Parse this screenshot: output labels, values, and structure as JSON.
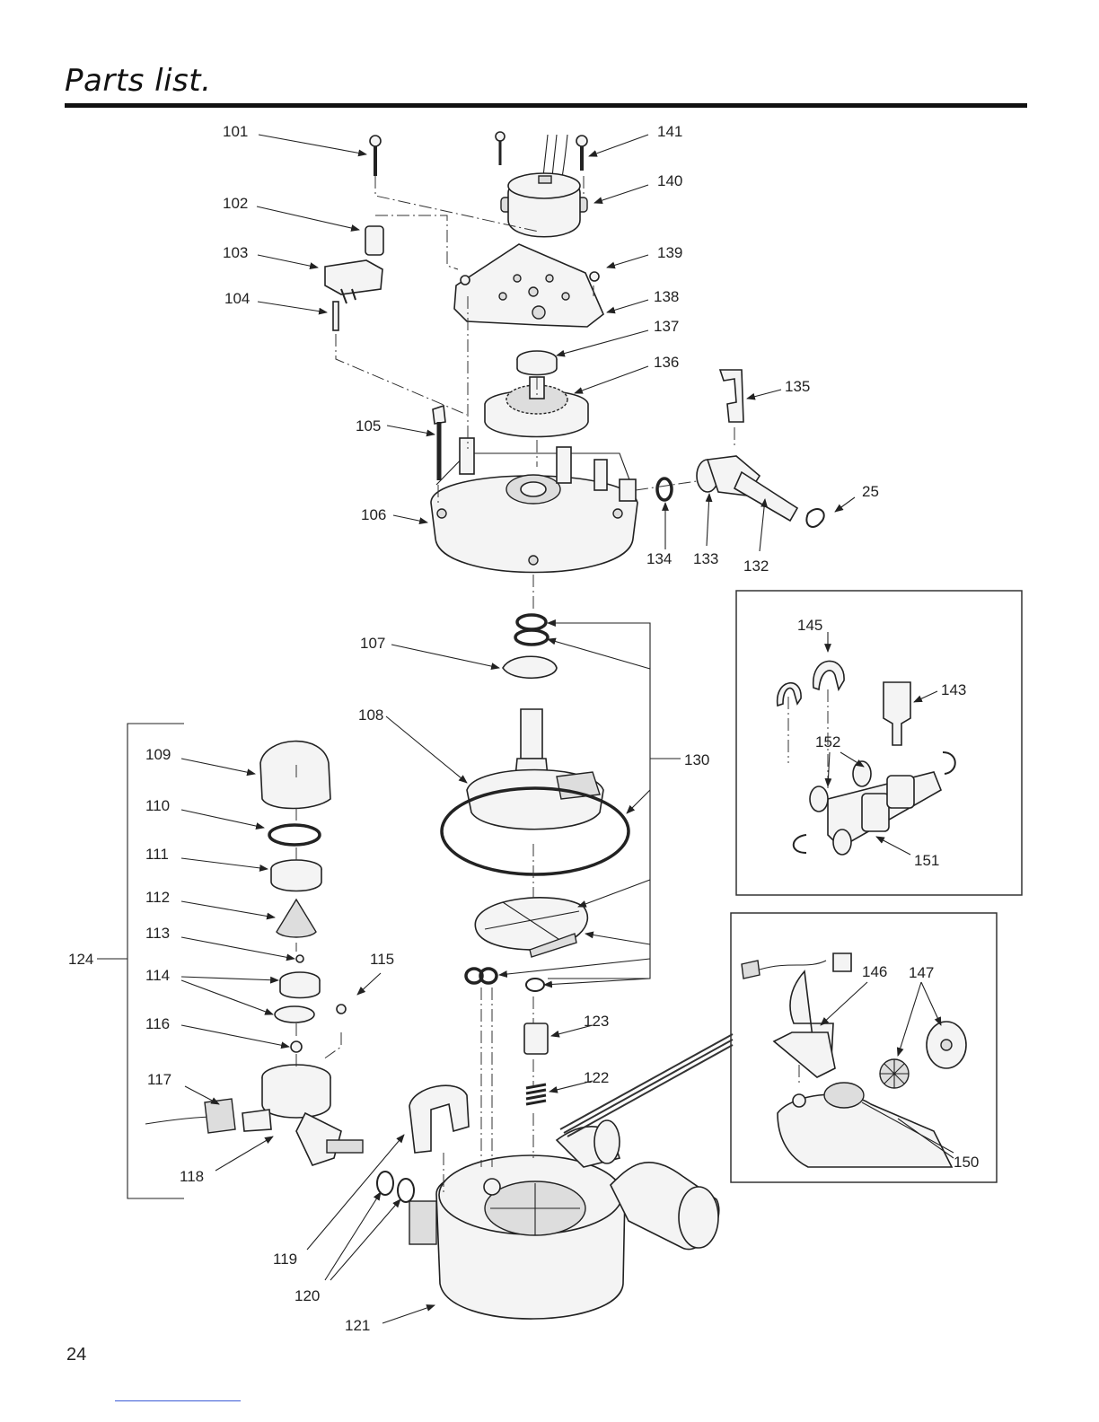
{
  "page": {
    "title": "Parts list.",
    "page_number": "24"
  },
  "callouts": {
    "c101": "101",
    "c102": "102",
    "c103": "103",
    "c104": "104",
    "c105": "105",
    "c106": "106",
    "c107": "107",
    "c108": "108",
    "c109": "109",
    "c110": "110",
    "c111": "111",
    "c112": "112",
    "c113": "113",
    "c114": "114",
    "c115": "115",
    "c116": "116",
    "c117": "117",
    "c118": "118",
    "c119": "119",
    "c120": "120",
    "c121": "121",
    "c122": "122",
    "c123": "123",
    "c124": "124",
    "c130": "130",
    "c132": "132",
    "c133": "133",
    "c134": "134",
    "c135": "135",
    "c136": "136",
    "c137": "137",
    "c138": "138",
    "c139": "139",
    "c140": "140",
    "c141": "141",
    "c25": "25",
    "c143": "143",
    "c145": "145",
    "c146": "146",
    "c147": "147",
    "c150": "150",
    "c151": "151",
    "c152": "152"
  }
}
